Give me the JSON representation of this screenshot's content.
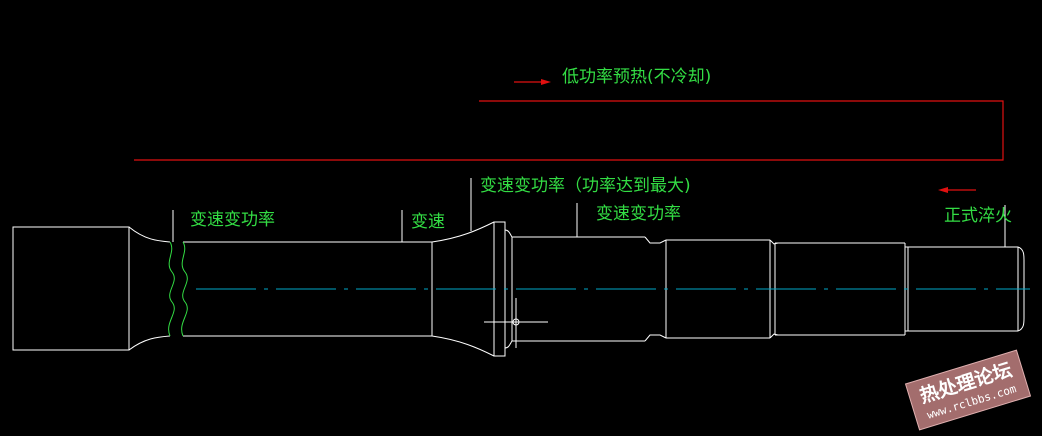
{
  "diagram": {
    "labels": {
      "low_power_preheat": "低功率预热(不冷却)",
      "variable_speed_power_1": "变速变功率",
      "variable_speed": "变速",
      "variable_speed_power_max": "变速变功率（功率达到最大)",
      "variable_speed_power_2": "变速变功率",
      "formal_quench": "正式淬火"
    },
    "colors": {
      "background": "#000000",
      "part_outline": "#ffffff",
      "center_line": "#00a8c8",
      "path_line": "#e01010",
      "label_text": "#33dd44",
      "break_line": "#33dd44"
    }
  },
  "watermark": {
    "title": "热处理论坛",
    "url": "www.rclbbs.com"
  }
}
